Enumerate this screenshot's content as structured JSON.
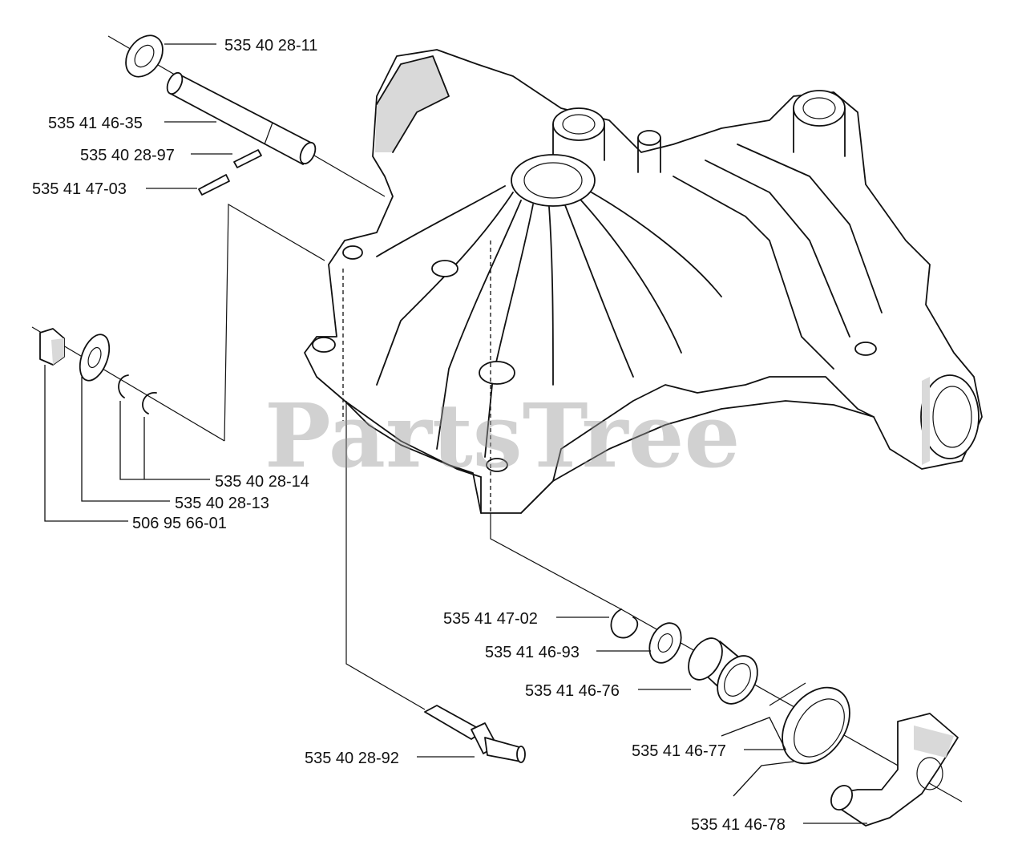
{
  "watermark": "PartsTree",
  "parts": [
    {
      "id": "p1",
      "number": "535 40 28-11"
    },
    {
      "id": "p2",
      "number": "535 41 46-35"
    },
    {
      "id": "p3",
      "number": "535 40 28-97"
    },
    {
      "id": "p4",
      "number": "535 41 47-03"
    },
    {
      "id": "p5",
      "number": "535 40 28-14"
    },
    {
      "id": "p6",
      "number": "535 40 28-13"
    },
    {
      "id": "p7",
      "number": "506 95 66-01"
    },
    {
      "id": "p8",
      "number": "535 41 47-02"
    },
    {
      "id": "p9",
      "number": "535 41 46-93"
    },
    {
      "id": "p10",
      "number": "535 41 46-76"
    },
    {
      "id": "p11",
      "number": "535 40 28-92"
    },
    {
      "id": "p12",
      "number": "535 41 46-77"
    },
    {
      "id": "p13",
      "number": "535 41 46-78"
    }
  ]
}
